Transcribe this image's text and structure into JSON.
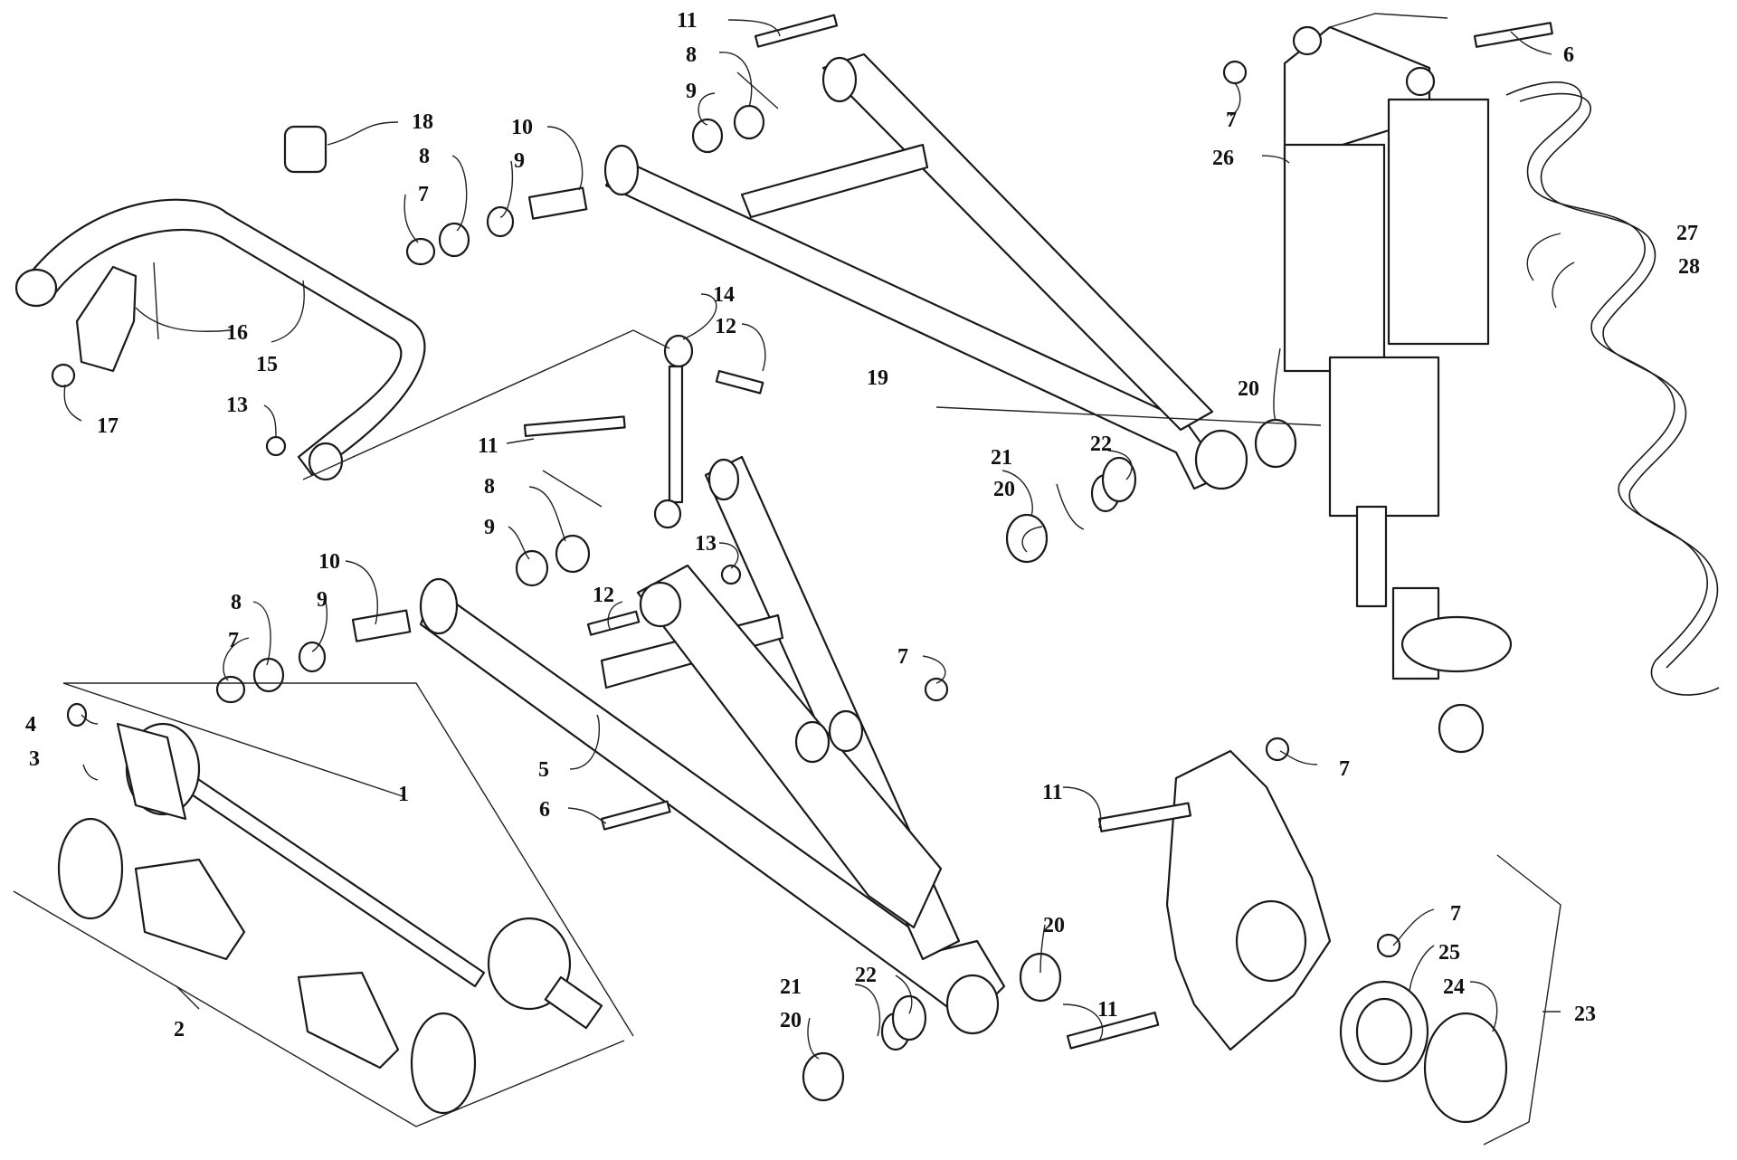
{
  "diagram": {
    "type": "exploded-parts",
    "colors": {
      "line": "#1a1a1a",
      "background": "#ffffff"
    },
    "callouts": [
      "1",
      "2",
      "3",
      "4",
      "5",
      "6",
      "6",
      "7",
      "7",
      "7",
      "7",
      "7",
      "7",
      "8",
      "8",
      "8",
      "8",
      "9",
      "9",
      "9",
      "9",
      "10",
      "10",
      "11",
      "11",
      "11",
      "11",
      "12",
      "12",
      "13",
      "13",
      "14",
      "15",
      "16",
      "17",
      "18",
      "19",
      "20",
      "20",
      "20",
      "20",
      "21",
      "21",
      "22",
      "22",
      "23",
      "24",
      "25",
      "26",
      "27",
      "28"
    ]
  }
}
